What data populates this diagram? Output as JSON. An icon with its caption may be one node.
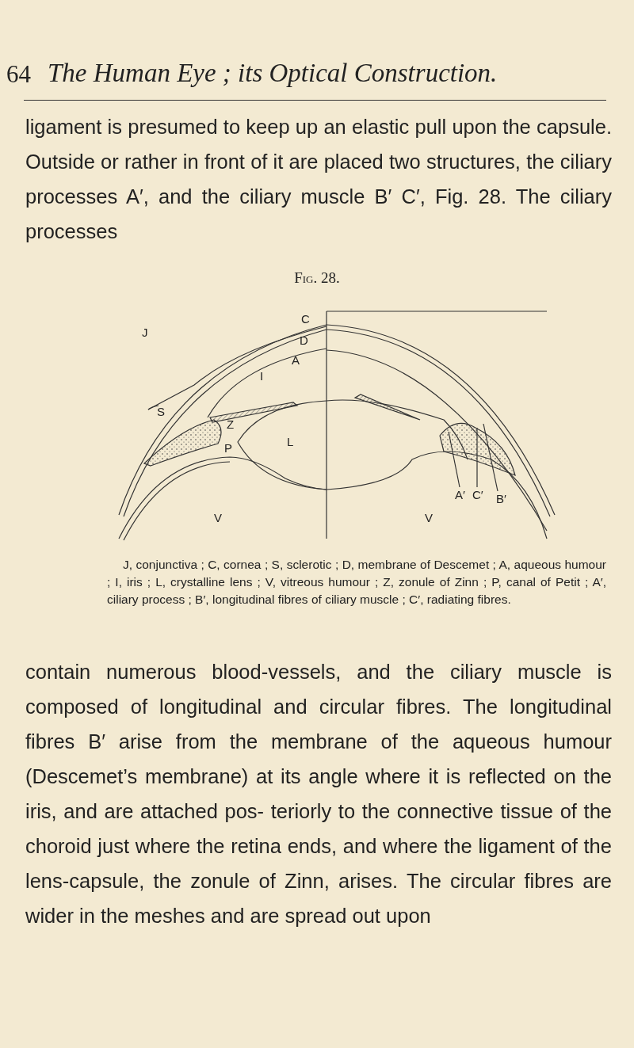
{
  "diagram": {
    "title": "Fig. 28.",
    "caption": "J, conjunctiva ; C, cornea ; S, sclerotic ; D, membrane of Descemet ; A, aqueous humour ; I, iris ; L, crystalline lens ; V, vitreous humour ; Z, zonule of Zinn ; P, canal of Petit ; A′, ciliary process ; B′, longitudinal fibres of ciliary muscle ; C′, radiating fibres.",
    "nodes": [
      {
        "text": [
          "A′"
        ]
      },
      {
        "text": [
          "C′"
        ]
      },
      {
        "text": [
          "B′"
        ]
      }
    ],
    "edges": [
      {
        "from": 0,
        "to": null,
        "arrow": "none"
      },
      {
        "from": 1,
        "to": null,
        "arrow": "none"
      },
      {
        "from": 2,
        "to": null,
        "arrow": "none"
      }
    ],
    "labels": [
      "64",
      "The Human Eye ; its Optical Construction.",
      "ligament is presumed to keep up an elastic pull upon the capsule. Outside or rather in front of it are placed two structures, the ciliary processes A′, and the ciliary muscle B′ C′, Fig. 28. The ciliary processes",
      "J",
      "C",
      "D",
      "A",
      "I",
      "S",
      "Z",
      "P",
      "L",
      "V",
      "V",
      "contain numerous blood-vessels, and the ciliary muscle is composed of longitudinal and circular fibres. The longitudinal fibres B′ arise from the membrane of the aqueous humour (Descemet’s membrane) at its angle where it is reflected on the iris, and are attached pos- teriorly to the connective tissue of the choroid just where the retina ends, and where the ligament of the lens-capsule, the zonule of Zinn, arises. The circular fibres are wider in the meshes and are spread out upon"
    ]
  }
}
